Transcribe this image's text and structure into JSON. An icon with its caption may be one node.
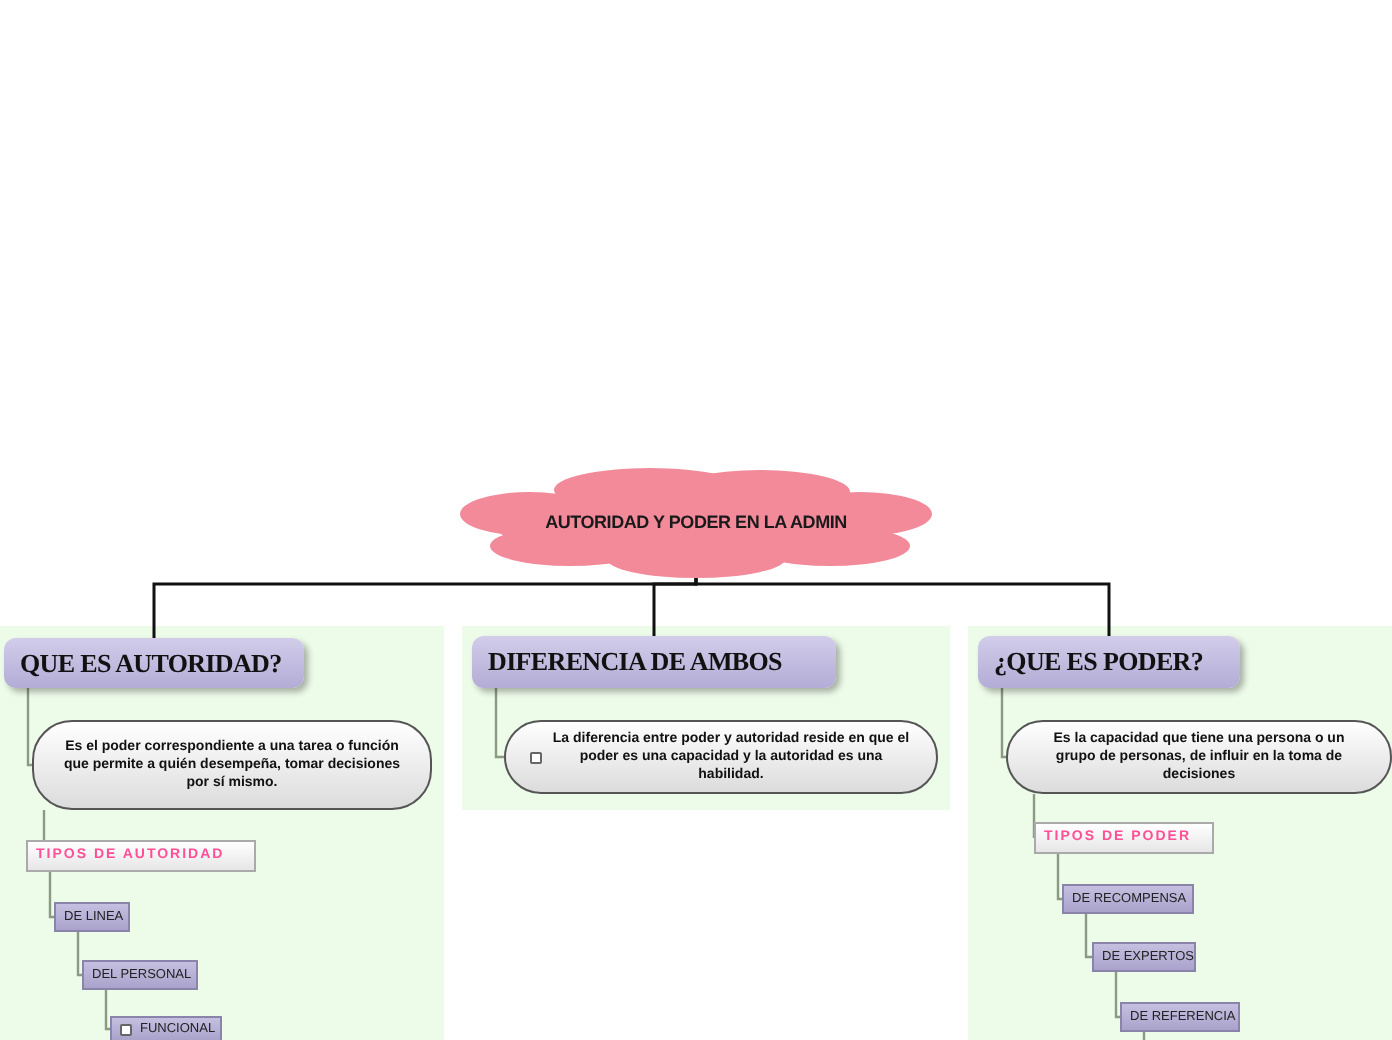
{
  "diagram": {
    "nodes": [
      {
        "text": [
          "AUTORIDAD Y PODER EN LA ADMIN"
        ]
      },
      {
        "text": [
          "QUE ES AUTORIDAD?"
        ]
      },
      {
        "text": [
          "Es el poder correspondiente a una tarea o función que permite a quién desempeña, tomar decisiones por sí mismo."
        ]
      },
      {
        "text": [
          "TIPOS DE AUTORIDAD"
        ]
      },
      {
        "text": [
          "DE LINEA"
        ]
      },
      {
        "text": [
          "DEL PERSONAL"
        ]
      },
      {
        "text": [
          "FUNCIONAL"
        ]
      },
      {
        "text": [
          "DIFERENCIA DE AMBOS"
        ]
      },
      {
        "text": [
          "La diferencia entre poder y autoridad reside en que el poder es una capacidad y la autoridad es una habilidad."
        ]
      },
      {
        "text": [
          "¿QUE ES PODER?"
        ]
      },
      {
        "text": [
          "Es la capacidad que tiene una persona o un grupo de personas, de influir en la toma de decisiones"
        ]
      },
      {
        "text": [
          "TIPOS DE PODER"
        ]
      },
      {
        "text": [
          "DE RECOMPENSA"
        ]
      },
      {
        "text": [
          "DE EXPERTOS"
        ]
      },
      {
        "text": [
          "DE REFERENCIA"
        ]
      }
    ],
    "edges": [
      {
        "from": 0,
        "to": 1,
        "arrow": "none",
        "color": "#111111"
      },
      {
        "from": 0,
        "to": 7,
        "arrow": "none",
        "color": "#111111"
      },
      {
        "from": 0,
        "to": 9,
        "arrow": "none",
        "color": "#111111"
      },
      {
        "from": 1,
        "to": 2,
        "arrow": "none"
      },
      {
        "from": 2,
        "to": 3,
        "arrow": "none"
      },
      {
        "from": 3,
        "to": 4,
        "arrow": "none"
      },
      {
        "from": 4,
        "to": 5,
        "arrow": "none"
      },
      {
        "from": 5,
        "to": 6,
        "arrow": "none"
      },
      {
        "from": 7,
        "to": 8,
        "arrow": "none"
      },
      {
        "from": 9,
        "to": 10,
        "arrow": "none"
      },
      {
        "from": 10,
        "to": 11,
        "arrow": "none"
      },
      {
        "from": 11,
        "to": 12,
        "arrow": "none"
      },
      {
        "from": 12,
        "to": 13,
        "arrow": "none"
      },
      {
        "from": 13,
        "to": 14,
        "arrow": "none"
      },
      {
        "from": 14,
        "to": null,
        "arrow": "none"
      }
    ]
  }
}
